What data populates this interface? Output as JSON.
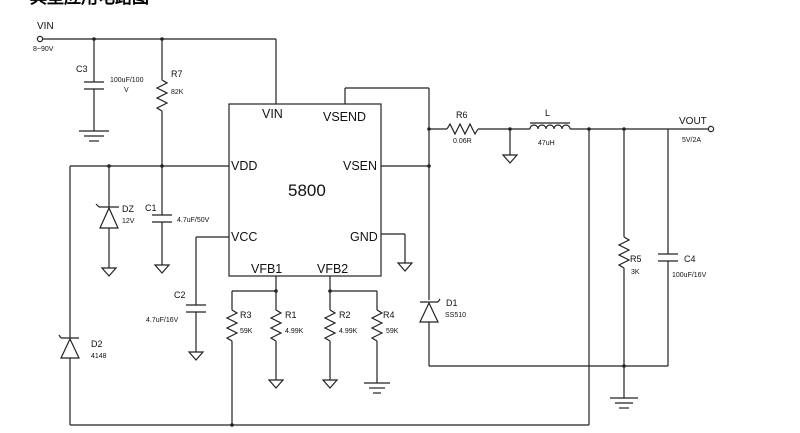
{
  "title": "典型应用电路图",
  "ic": {
    "name": "5800",
    "pins": {
      "vin": "VIN",
      "vsend": "VSEND",
      "vdd": "VDD",
      "vsen": "VSEN",
      "vcc": "VCC",
      "gnd": "GND",
      "vfb1": "VFB1",
      "vfb2": "VFB2"
    }
  },
  "input": {
    "label": "VIN",
    "range": "8~90V"
  },
  "output": {
    "label": "VOUT",
    "spec": "5V/2A"
  },
  "components": {
    "c3": {
      "ref": "C3",
      "value_line1": "100uF/100",
      "value_line2": "V"
    },
    "r7": {
      "ref": "R7",
      "value": "82K"
    },
    "dz": {
      "ref": "DZ",
      "value": "12V"
    },
    "c1": {
      "ref": "C1",
      "value": "4.7uF/50V"
    },
    "c2": {
      "ref": "C2",
      "value": "4.7uF/16V"
    },
    "d2": {
      "ref": "D2",
      "value": "4148"
    },
    "r3": {
      "ref": "R3",
      "value": "59K"
    },
    "r1": {
      "ref": "R1",
      "value": "4.99K"
    },
    "r2": {
      "ref": "R2",
      "value": "4.99K"
    },
    "r4": {
      "ref": "R4",
      "value": "59K"
    },
    "d1": {
      "ref": "D1",
      "value": "SS510"
    },
    "r6": {
      "ref": "R6",
      "value": "0.06R"
    },
    "l": {
      "ref": "L",
      "value": "47uH"
    },
    "r5": {
      "ref": "R5",
      "value": "3K"
    },
    "c4": {
      "ref": "C4",
      "value": "100uF/16V"
    }
  }
}
